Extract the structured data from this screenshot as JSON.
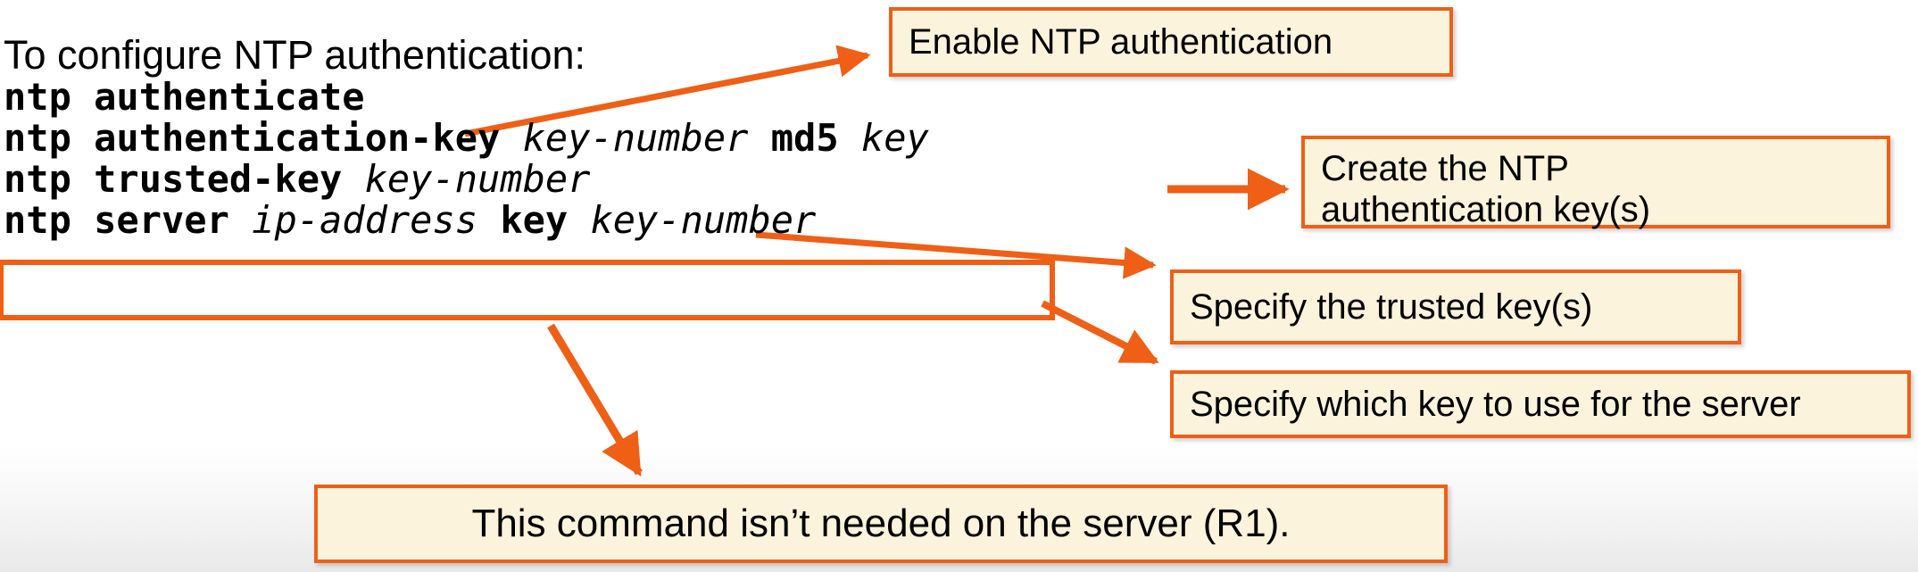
{
  "slide": {
    "intro": "To configure NTP authentication:",
    "accent_color": "#ef5f16",
    "callout_bg": "#fcf3dc",
    "text_color": "#000000",
    "commands": [
      {
        "id": "ntp-authenticate",
        "parts": [
          {
            "text": "ntp authenticate",
            "style": "bold"
          }
        ],
        "plain": "ntp authenticate"
      },
      {
        "id": "ntp-authentication-key",
        "parts": [
          {
            "text": "ntp authentication-key ",
            "style": "bold"
          },
          {
            "text": "key-number",
            "style": "italic"
          },
          {
            "text": " md5 ",
            "style": "bold"
          },
          {
            "text": "key",
            "style": "italic"
          }
        ],
        "plain": "ntp authentication-key key-number md5 key"
      },
      {
        "id": "ntp-trusted-key",
        "parts": [
          {
            "text": "ntp trusted-key ",
            "style": "bold"
          },
          {
            "text": "key-number",
            "style": "italic"
          }
        ],
        "plain": "ntp trusted-key key-number"
      },
      {
        "id": "ntp-server",
        "highlighted": true,
        "parts": [
          {
            "text": "ntp server ",
            "style": "bold"
          },
          {
            "text": "ip-address",
            "style": "italic"
          },
          {
            "text": " key ",
            "style": "bold"
          },
          {
            "text": "key-number",
            "style": "italic"
          }
        ],
        "plain": "ntp server ip-address key key-number"
      }
    ],
    "callouts": [
      {
        "id": "enable",
        "line1": "Enable NTP authentication",
        "line2": ""
      },
      {
        "id": "create",
        "line1": "Create the NTP",
        "line2": "authentication key(s)"
      },
      {
        "id": "trusted",
        "line1": "Specify the trusted key(s)",
        "line2": ""
      },
      {
        "id": "which",
        "line1": "Specify which key to use for the server",
        "line2": ""
      },
      {
        "id": "notneeded",
        "line1": "This command isn’t needed on the server (R1).",
        "line2": ""
      }
    ]
  }
}
